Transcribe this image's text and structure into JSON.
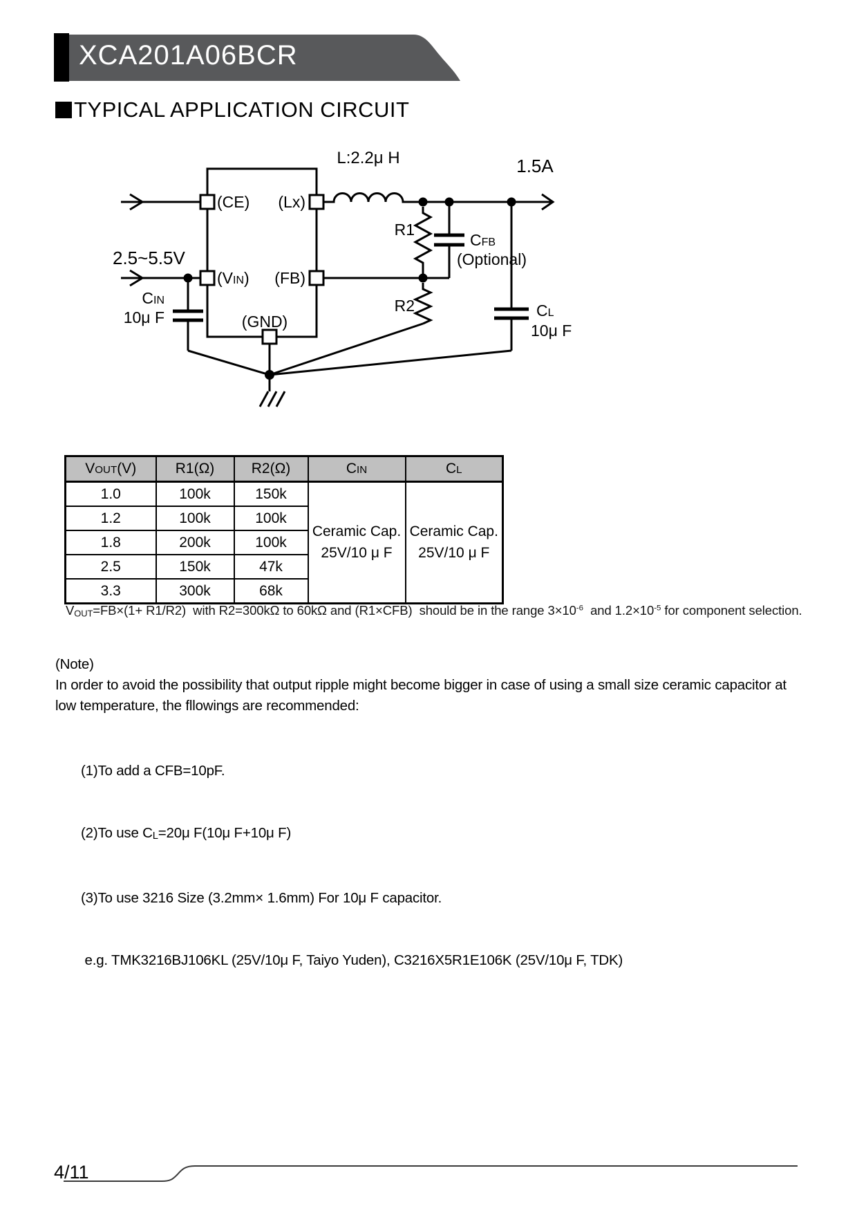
{
  "header": {
    "part_number": "XCA201A06BCR"
  },
  "section": {
    "title": "TYPICAL APPLICATION CIRCUIT"
  },
  "circuit": {
    "input_voltage": "2.5~5.5V",
    "output_current": "1.5A",
    "inductor_label": "L:2.2μ H",
    "pin_ce": "(CE)",
    "pin_lx": "(Lx)",
    "pin_vin_main": "(V",
    "pin_vin_sub": "IN",
    "pin_vin_close": ")",
    "pin_fb": "(FB)",
    "pin_gnd": "(GND)",
    "r1_label": "R1",
    "r2_label": "R2",
    "cfb_main": "C",
    "cfb_sub": "FB",
    "cfb_optional": "(Optional)",
    "cin_main": "C",
    "cin_sub": "IN",
    "cin_value": "10μ F",
    "cl_main": "C",
    "cl_sub": "L",
    "cl_value": "10μ F"
  },
  "table": {
    "headers": {
      "vout_main": "V",
      "vout_sub": "OUT",
      "vout_suffix": "(V)",
      "r1": "R1(Ω)",
      "r2": "R2(Ω)",
      "cin_main": "C",
      "cin_sub": "IN",
      "cl_main": "C",
      "cl_sub": "L"
    },
    "rows": [
      {
        "vout": "1.0",
        "r1": "100k",
        "r2": "150k"
      },
      {
        "vout": "1.2",
        "r1": "100k",
        "r2": "100k"
      },
      {
        "vout": "1.8",
        "r1": "200k",
        "r2": "100k"
      },
      {
        "vout": "2.5",
        "r1": "150k",
        "r2": "47k"
      },
      {
        "vout": "3.3",
        "r1": "300k",
        "r2": "68k"
      }
    ],
    "cin_cell": {
      "line1": "Ceramic Cap.",
      "line2": "25V/10 μ F"
    },
    "cl_cell": {
      "line1": "Ceramic Cap.",
      "line2": "25V/10 μ F"
    }
  },
  "formula": {
    "v_main": "V",
    "v_sub": "OUT",
    "body": "=FB×(1+ R1/R2)  with R2=300kΩ to 60kΩ and (R1×CFB)  should be in the range 3×10",
    "exp1": "-6",
    "mid": "  and 1.2×10",
    "exp2": "-5",
    "tail": " for component selection."
  },
  "note": {
    "title": "(Note)",
    "line1": "In order to avoid the possibility that output ripple might become bigger in case of using a small size ceramic capacitor at",
    "line2": "low temperature, the fllowings are recommended:",
    "item1": "(1)To add a CFB=10pF.",
    "item2_pre": "(2)To use C",
    "item2_sub": "L",
    "item2_post": "=20μ F(10μ F+10μ F)",
    "item3": "(3)To use 3216 Size (3.2mm× 1.6mm) For 10μ F capacitor.",
    "item4": " e.g. TMK3216BJ106KL (25V/10μ F, Taiyo Yuden), C3216X5R1E106K (25V/10μ F, TDK)"
  },
  "footer": {
    "page_number": "4/11"
  },
  "colors": {
    "banner_gray": "#58595b",
    "table_header_gray": "#c0c0c0"
  }
}
